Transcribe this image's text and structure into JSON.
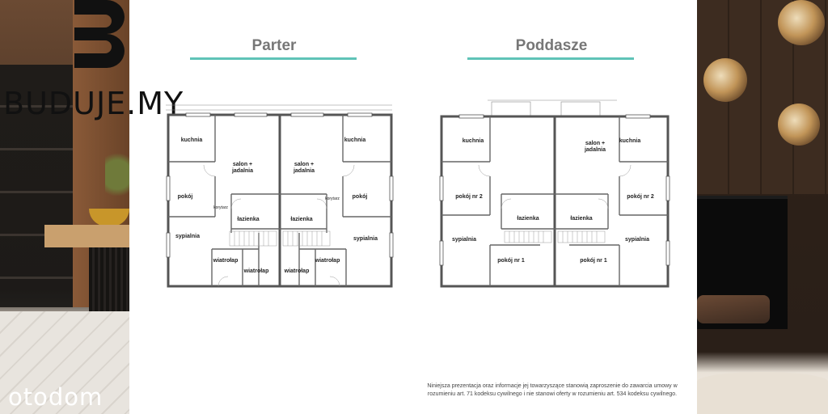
{
  "logo": {
    "text": "BUDUJE.MY"
  },
  "watermark": {
    "text": "otodom"
  },
  "plans": {
    "ground": {
      "title": "Parter",
      "rooms": {
        "left_kitchen": "kuchnia",
        "left_salon": "salon +\njadalnia",
        "left_room": "pokój",
        "left_corridor": "korytarz",
        "left_bath": "łazienka",
        "left_bedroom": "sypialnia",
        "left_wind1": "wiatrołap",
        "left_wind2": "wiatrołap",
        "right_kitchen": "kuchnia",
        "right_salon": "salon +\njadalnia",
        "right_room": "pokój",
        "right_corridor": "korytarz",
        "right_bath": "łazienka",
        "right_bedroom": "sypialnia",
        "right_wind1": "wiatrołap",
        "right_wind2": "wiatrołap"
      }
    },
    "attic": {
      "title": "Poddasze",
      "rooms": {
        "left_kitchen": "kuchnia",
        "left_room2": "pokój nr 2",
        "left_bath": "łazienka",
        "left_bedroom": "sypialnia",
        "left_room1": "pokój nr 1",
        "right_salon": "salon +\njadalnia",
        "right_kitchen": "kuchnia",
        "right_room2": "pokój nr 2",
        "right_bath": "łazienka",
        "right_bedroom": "sypialnia",
        "right_room1": "pokój nr 1"
      }
    }
  },
  "disclaimer": "Niniejsza prezentacja oraz informacje jej towarzyszące stanowią zaproszenie do zawarcia umowy w rozumieniu art. 71 kodeksu cywilnego i nie stanowi oferty w rozumieniu art. 534 kodeksu cywilnego."
}
